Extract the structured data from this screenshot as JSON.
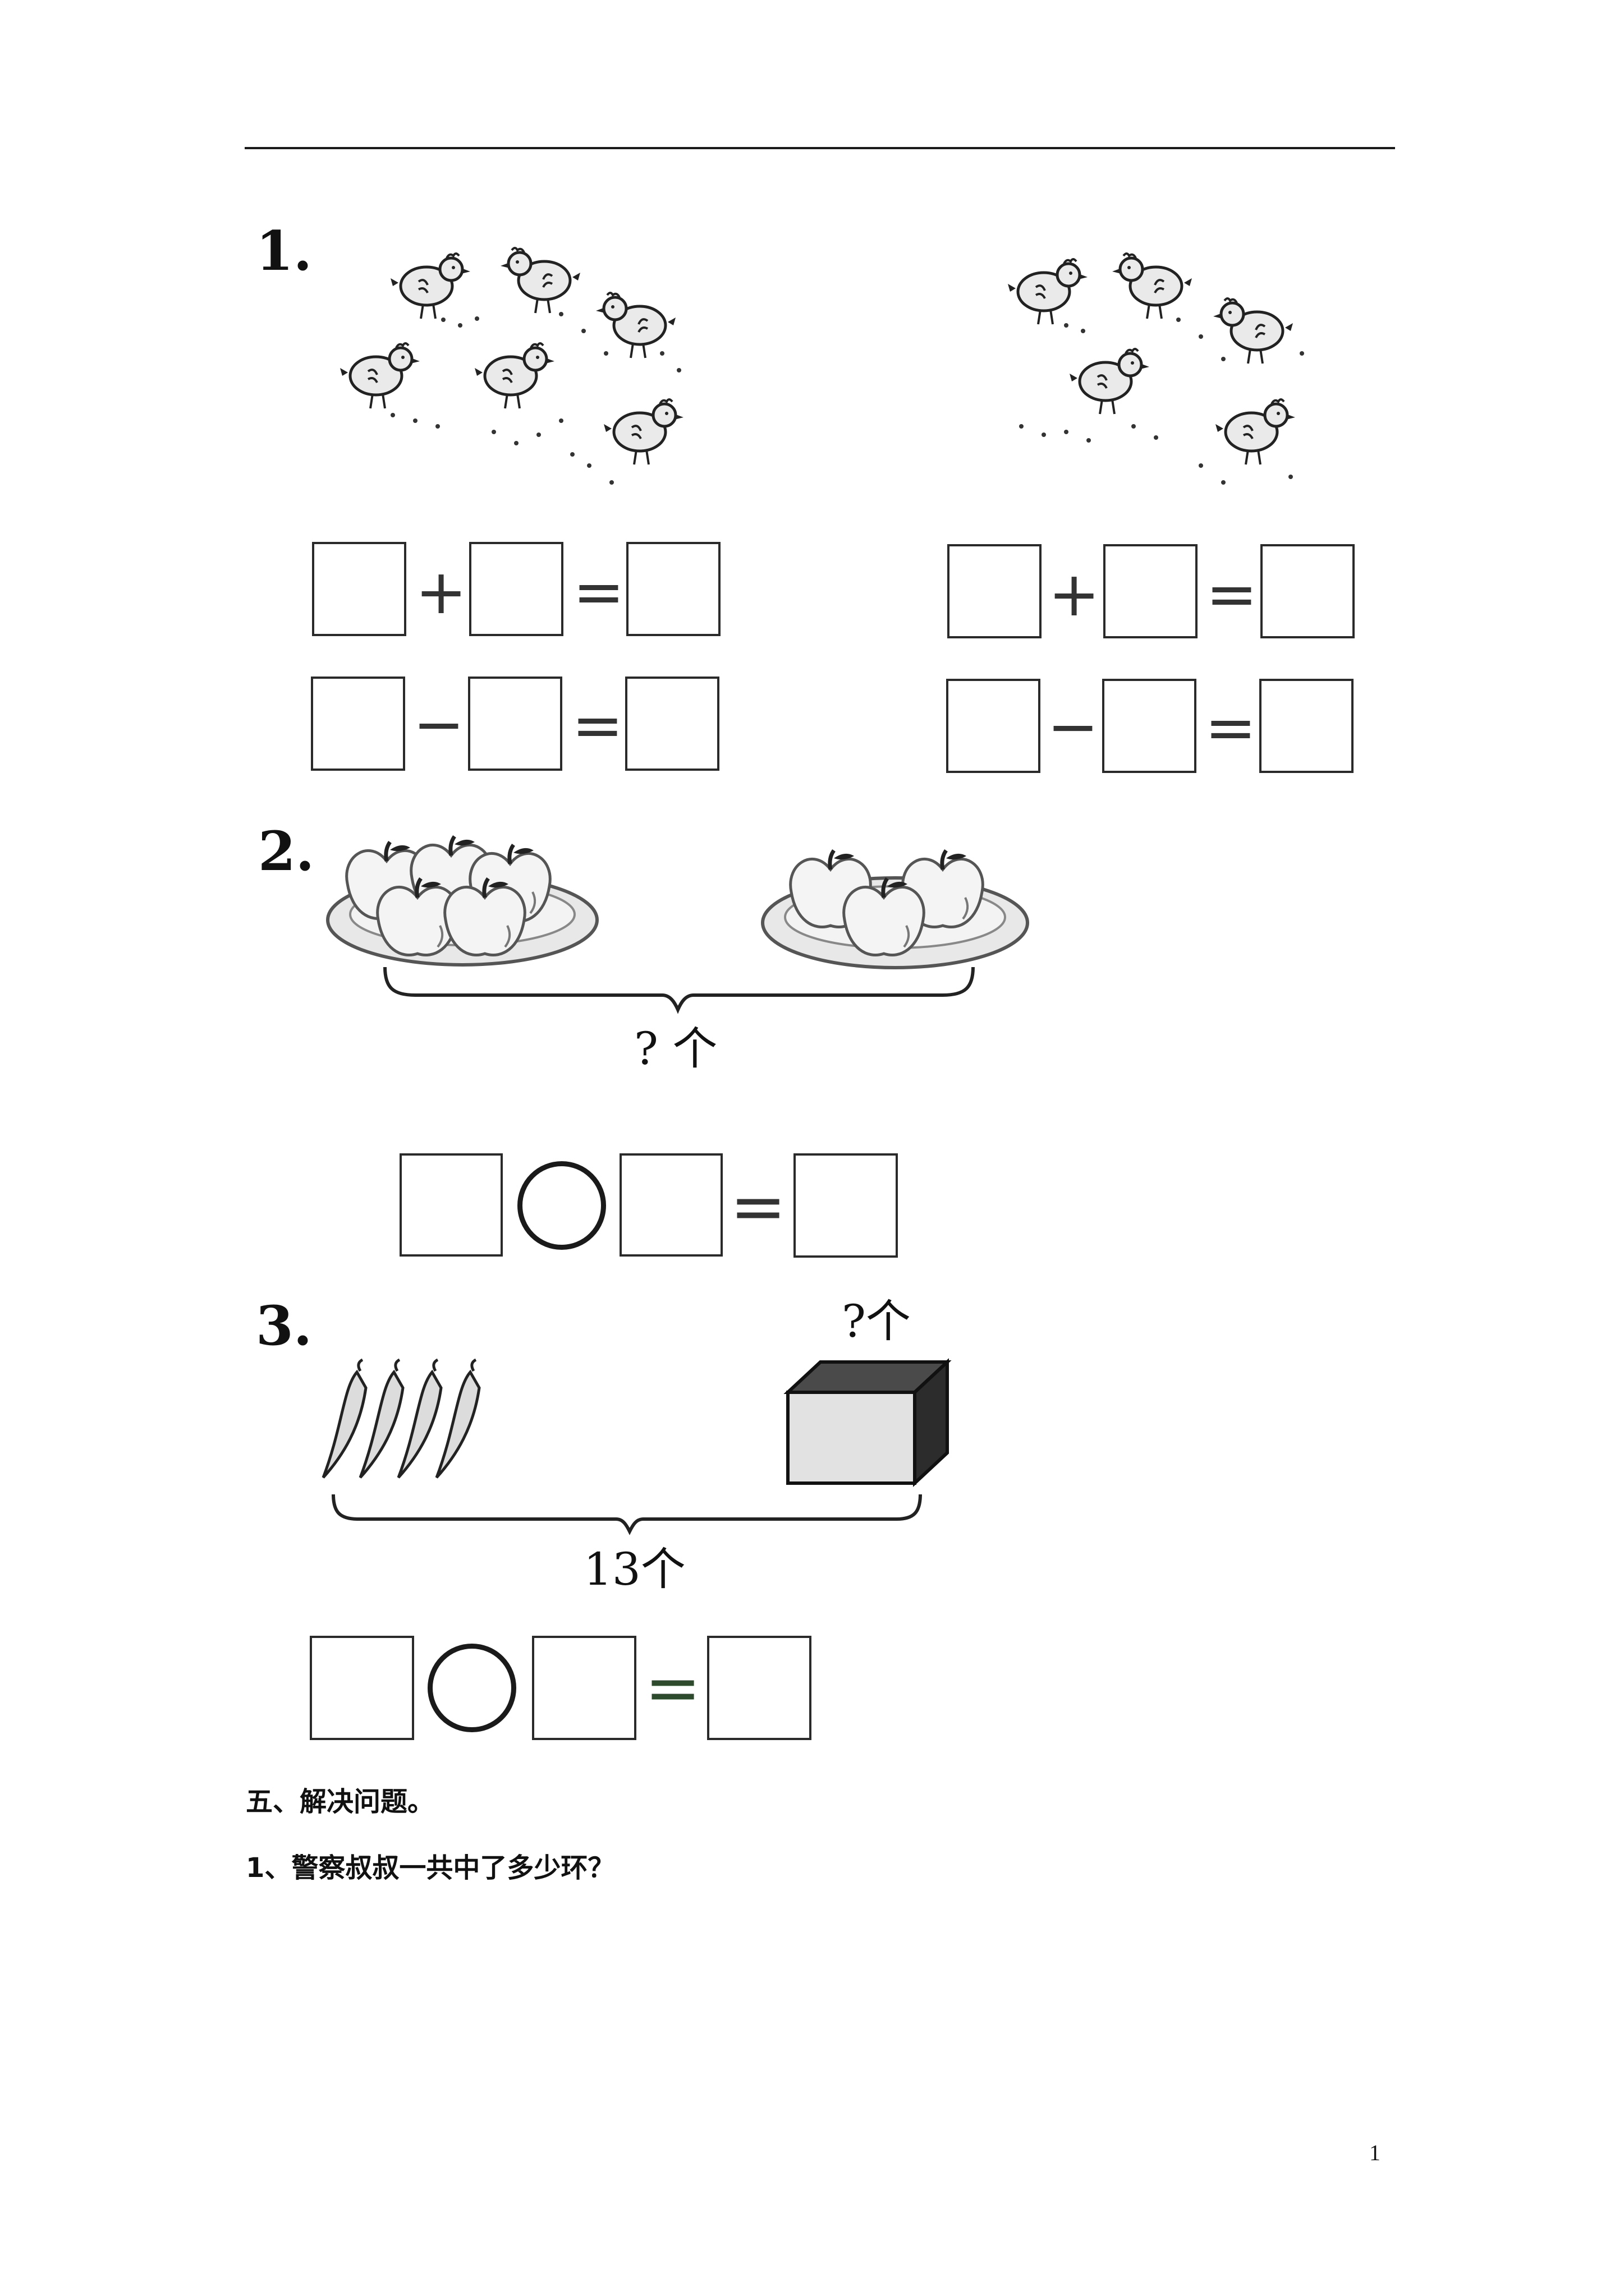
{
  "q1": {
    "number": "1.",
    "left": {
      "row1": {
        "op": "+",
        "eq": "="
      },
      "row2": {
        "op": "−",
        "eq": "="
      }
    },
    "right": {
      "row1": {
        "op": "+",
        "eq": "="
      },
      "row2": {
        "op": "−",
        "eq": "="
      }
    }
  },
  "q2": {
    "number": "2.",
    "brace_label": "? 个",
    "eq": "="
  },
  "q3": {
    "number": "3.",
    "box_label": "?个",
    "brace_label": "13个",
    "eq": "="
  },
  "section": {
    "title": "五、解决问题。",
    "question1": "1、警察叔叔一共中了多少环？"
  },
  "page_number": "1",
  "icons": [
    "chick-icon",
    "apple-icon",
    "plate-icon",
    "pepper-icon",
    "cube-icon"
  ]
}
